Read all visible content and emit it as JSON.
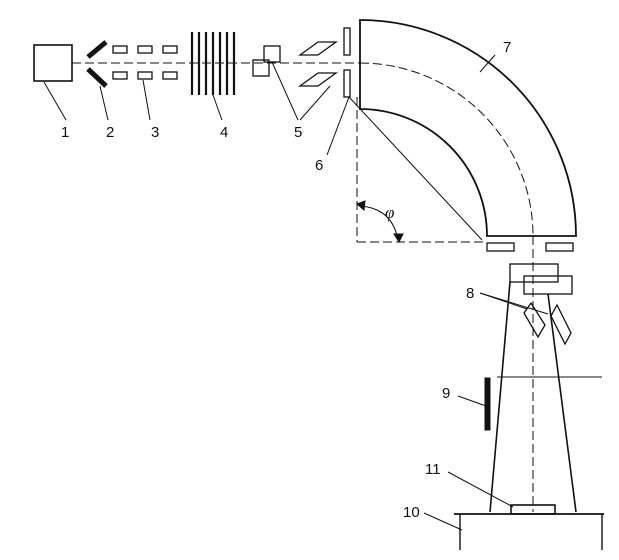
{
  "labels": {
    "l1": "1",
    "l2": "2",
    "l3": "3",
    "l4": "4",
    "l5": "5",
    "l6": "6",
    "l7": "7",
    "l8": "8",
    "l9": "9",
    "l10": "10",
    "l11": "11",
    "angle": "φ"
  }
}
